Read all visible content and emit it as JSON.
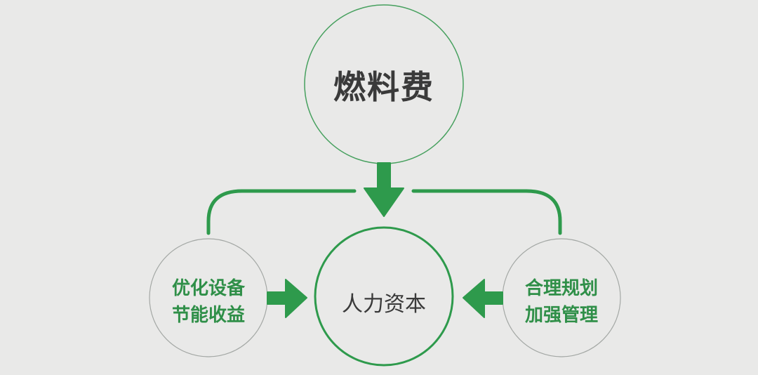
{
  "top_node": {
    "label": "燃料费"
  },
  "center_node": {
    "label": "人力资本"
  },
  "left_node": {
    "line1": "优化设备",
    "line2": "节能收益"
  },
  "right_node": {
    "line1": "合理规划",
    "line2": "加强管理"
  },
  "colors": {
    "green": "#2e9a4c",
    "text": "#3a3a3a",
    "background": "#e9e9e8",
    "thin_border": "#9aa09b"
  }
}
